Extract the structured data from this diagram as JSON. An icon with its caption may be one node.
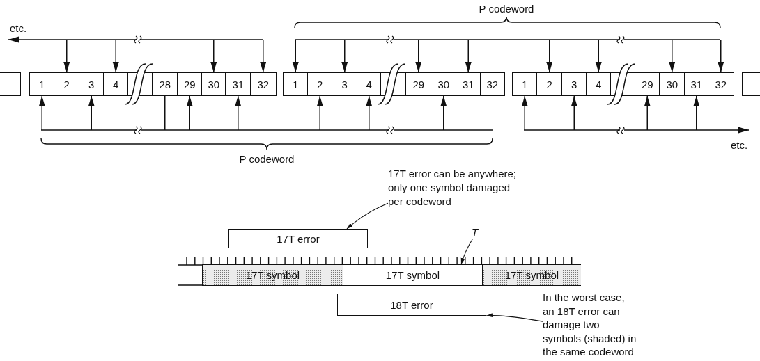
{
  "diagram": {
    "nodes": [
      {
        "text": [],
        "shape": "box"
      },
      {
        "text": [
          "1"
        ]
      },
      {
        "text": [
          "2"
        ]
      },
      {
        "text": [
          "3"
        ]
      },
      {
        "text": [
          "4"
        ]
      },
      {
        "text": [],
        "shape": "box"
      },
      {
        "text": [
          "28"
        ]
      },
      {
        "text": [
          "29"
        ]
      },
      {
        "text": [
          "30"
        ]
      },
      {
        "text": [
          "31"
        ]
      },
      {
        "text": [
          "32"
        ]
      },
      {
        "text": [
          "1"
        ]
      },
      {
        "text": [
          "2"
        ]
      },
      {
        "text": [
          "3"
        ]
      },
      {
        "text": [
          "4"
        ]
      },
      {
        "text": [],
        "shape": "box"
      },
      {
        "text": [
          "29"
        ]
      },
      {
        "text": [
          "30"
        ]
      },
      {
        "text": [
          "31"
        ]
      },
      {
        "text": [
          "32"
        ]
      },
      {
        "text": [
          "1"
        ]
      },
      {
        "text": [
          "2"
        ]
      },
      {
        "text": [
          "3"
        ]
      },
      {
        "text": [
          "4"
        ]
      },
      {
        "text": [],
        "shape": "box"
      },
      {
        "text": [
          "29"
        ]
      },
      {
        "text": [
          "30"
        ]
      },
      {
        "text": [
          "31"
        ]
      },
      {
        "text": [
          "32"
        ]
      },
      {
        "text": [],
        "shape": "box"
      },
      {
        "text": [
          "17T error can be anywhere; only one symbol damaged per codeword"
        ]
      },
      {
        "text": [
          "17T error"
        ]
      },
      {
        "text": [
          "T"
        ]
      },
      {
        "text": [
          "17T symbol"
        ]
      },
      {
        "text": [
          "17T symbol"
        ]
      },
      {
        "text": [
          "17T symbol"
        ]
      },
      {
        "text": [
          "18T error"
        ]
      },
      {
        "text": [
          "In the worst case, an 18T error can damage two symbols (shaded) in the same codeword"
        ]
      }
    ],
    "edges": [
      {
        "from": null,
        "to": 2,
        "arrow": "to"
      },
      {
        "from": null,
        "to": 4,
        "arrow": "to"
      },
      {
        "from": null,
        "to": 8,
        "arrow": "to"
      },
      {
        "from": null,
        "to": 10,
        "arrow": "to"
      },
      {
        "from": null,
        "to": 11,
        "arrow": "to"
      },
      {
        "from": null,
        "to": 13,
        "arrow": "to"
      },
      {
        "from": null,
        "to": 16,
        "arrow": "to"
      },
      {
        "from": null,
        "to": 18,
        "arrow": "to"
      },
      {
        "from": null,
        "to": 21,
        "arrow": "to"
      },
      {
        "from": null,
        "to": 23,
        "arrow": "to"
      },
      {
        "from": null,
        "to": 26,
        "arrow": "to"
      },
      {
        "from": null,
        "to": 28,
        "arrow": "to"
      },
      {
        "from": null,
        "to": 1,
        "arrow": "to"
      },
      {
        "from": null,
        "to": 3,
        "arrow": "to"
      },
      {
        "from": 6,
        "to": null,
        "arrow": "none"
      },
      {
        "from": null,
        "to": 7,
        "arrow": "to"
      },
      {
        "from": null,
        "to": 9,
        "arrow": "to"
      },
      {
        "from": null,
        "to": 12,
        "arrow": "to"
      },
      {
        "from": null,
        "to": 14,
        "arrow": "to"
      },
      {
        "from": null,
        "to": 17,
        "arrow": "to"
      },
      {
        "from": null,
        "to": 20,
        "arrow": "to"
      },
      {
        "from": null,
        "to": 22,
        "arrow": "to"
      },
      {
        "from": null,
        "to": 25,
        "arrow": "to"
      },
      {
        "from": null,
        "to": 27,
        "arrow": "to"
      },
      {
        "from": 30,
        "to": 31,
        "arrow": "to"
      },
      {
        "from": 32,
        "to": 34,
        "arrow": "to"
      },
      {
        "from": 37,
        "to": 36,
        "arrow": "to"
      }
    ],
    "labels": [
      "P codeword",
      "etc.",
      "etc.",
      "P codeword"
    ]
  }
}
